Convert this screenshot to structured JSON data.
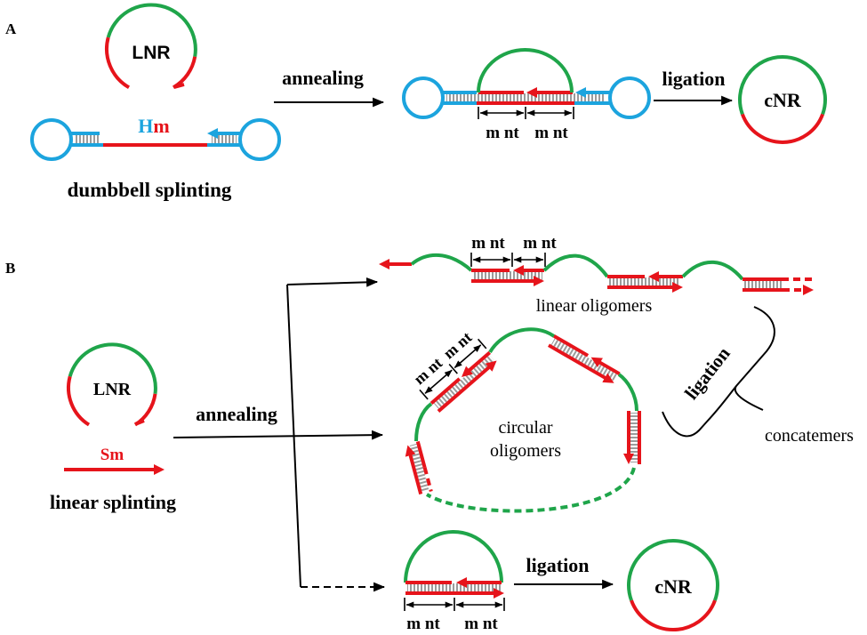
{
  "colors": {
    "green": "#1fa54a",
    "red": "#e6141b",
    "blue": "#1ca4de",
    "gray": "#9b9b9b",
    "ink": "#000000"
  },
  "panel_a": {
    "label": "A",
    "lnr": "LNR",
    "splint_h": "H",
    "splint_m": "m",
    "splint_caption": "dumbbell splinting",
    "annealing": "annealing",
    "duplex_left_length": "m nt",
    "duplex_right_length": "m nt",
    "ligation": "ligation",
    "product": "cNR"
  },
  "panel_b": {
    "label": "B",
    "lnr": "LNR",
    "splint": "Sm",
    "splint_caption": "linear splinting",
    "annealing": "annealing",
    "linear_oligomers": {
      "left_length": "m nt",
      "right_length": "m nt",
      "caption": "linear oligomers"
    },
    "circular_oligomers": {
      "left_length": "m nt",
      "right_length": "m nt",
      "caption_line1": "circular",
      "caption_line2": "oligomers"
    },
    "concatemers": {
      "ligation": "ligation",
      "caption": "concatemers"
    },
    "monomer": {
      "left_length": "m nt",
      "right_length": "m nt",
      "ligation": "ligation",
      "product": "cNR"
    }
  }
}
